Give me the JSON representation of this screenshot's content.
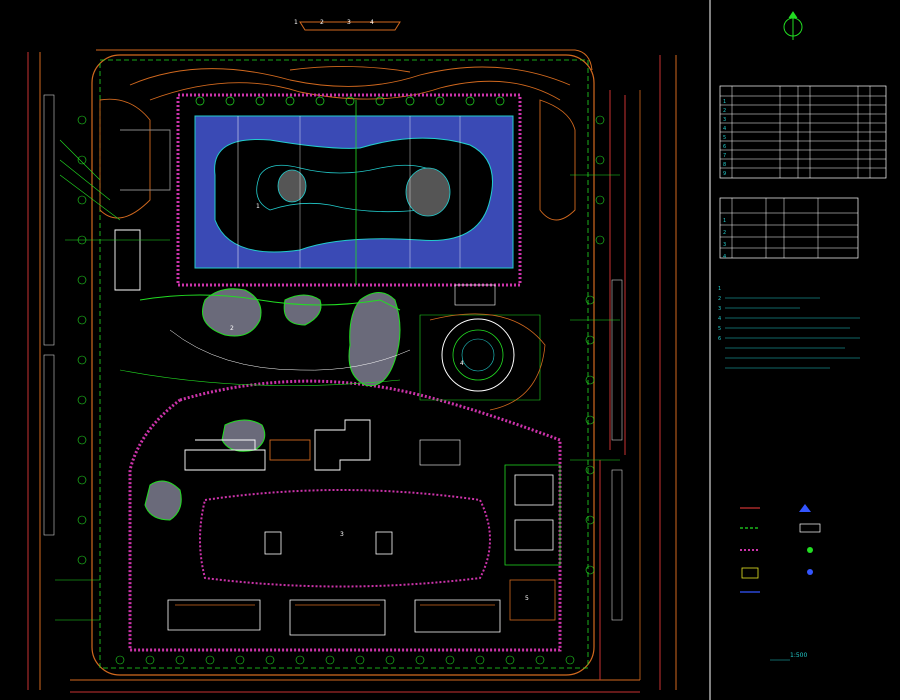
{
  "view": {
    "background": "#000000"
  },
  "colors": {
    "road_red": "#c83232",
    "road_orange": "#d2691e",
    "green": "#22dd22",
    "cyan": "#22cccc",
    "water": "#3a4ab5",
    "magenta": "#cc33aa",
    "white": "#ffffff",
    "yellow": "#e6e622",
    "blue": "#3355ff"
  },
  "top_markers": [
    "1",
    "2",
    "3",
    "4"
  ],
  "plan_labels": [
    "1",
    "2",
    "3",
    "4",
    "5"
  ],
  "table1": {
    "rows": [
      [
        "1",
        "",
        "",
        ""
      ],
      [
        "2",
        "",
        "",
        ""
      ],
      [
        "3",
        "",
        "",
        ""
      ],
      [
        "4",
        "",
        "",
        ""
      ],
      [
        "5",
        "",
        "",
        ""
      ],
      [
        "6",
        "",
        "",
        ""
      ],
      [
        "7",
        "",
        "",
        ""
      ],
      [
        "8",
        "",
        "",
        ""
      ],
      [
        "9",
        "",
        "",
        ""
      ]
    ]
  },
  "table2": {
    "rows": [
      [
        "1",
        "",
        "",
        ""
      ],
      [
        "2",
        "",
        "",
        ""
      ],
      [
        "3",
        "",
        "",
        ""
      ],
      [
        "4",
        "",
        "",
        ""
      ]
    ]
  },
  "notes": [
    "1",
    "2",
    "3",
    "4",
    "5",
    "6"
  ],
  "legend_items": [
    "",
    "",
    "",
    "",
    "",
    "",
    "",
    "",
    ""
  ],
  "scale_text": "1:500"
}
